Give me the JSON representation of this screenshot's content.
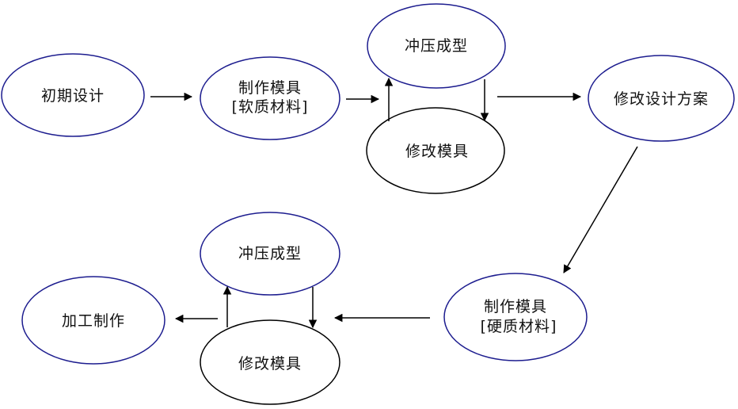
{
  "nodes": {
    "initial_design": "初期设计",
    "make_mold_soft_line1": "制作模具",
    "make_mold_soft_line2": "[软质材料]",
    "stamping_top": "冲压成型",
    "modify_mold_top": "修改模具",
    "revise_design": "修改设计方案",
    "make_mold_hard_line1": "制作模具",
    "make_mold_hard_line2": "[硬质材料]",
    "stamping_bottom": "冲压成型",
    "modify_mold_bottom": "修改模具",
    "final_processing": "加工制作"
  },
  "colors": {
    "blue_outline": "#1d1d8f",
    "black_outline": "#000000"
  }
}
